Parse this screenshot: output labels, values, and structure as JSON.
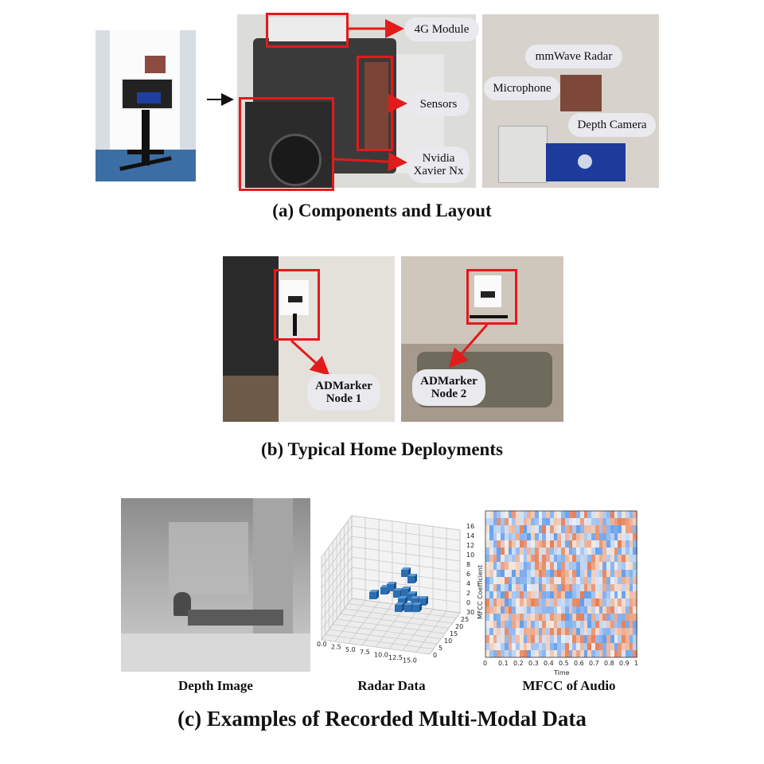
{
  "section_a": {
    "caption": "(a) Components and Layout",
    "labels": {
      "module_4g": "4G Module",
      "sensors": "Sensors",
      "nvidia_line1": "Nvidia",
      "nvidia_line2": "Xavier Nx",
      "radar": "mmWave Radar",
      "microphone": "Microphone",
      "depth_camera": "Depth Camera"
    }
  },
  "section_b": {
    "caption": "(b) Typical Home Deployments",
    "node1_line1": "ADMarker",
    "node1_line2": "Node 1",
    "node2_line1": "ADMarker",
    "node2_line2": "Node 2"
  },
  "section_c": {
    "caption": "(c) Examples of Recorded Multi-Modal Data",
    "depth_label": "Depth Image",
    "radar_label": "Radar Data",
    "mfcc_label": "MFCC of Audio",
    "radar_z_ticks": [
      "0",
      "2",
      "4",
      "6",
      "8",
      "10",
      "12",
      "14",
      "16"
    ],
    "radar_y_ticks": [
      "0",
      "5",
      "10",
      "15",
      "20",
      "25",
      "30"
    ],
    "radar_x_ticks": [
      "0.0",
      "2.5",
      "5.0",
      "7.5",
      "10.0",
      "12.5",
      "15.0"
    ],
    "mfcc_ylabel": "MFCC Coefficient",
    "mfcc_xlabel": "Time",
    "mfcc_x_ticks": [
      "0",
      "0.1",
      "0.2",
      "0.3",
      "0.4",
      "0.5",
      "0.6",
      "0.7",
      "0.8",
      "0.9",
      "1"
    ]
  },
  "colors": {
    "annotation_red": "#e21b1b",
    "pill_bg": "#e9e9ee",
    "radar_blue": "#2a6fb3"
  }
}
